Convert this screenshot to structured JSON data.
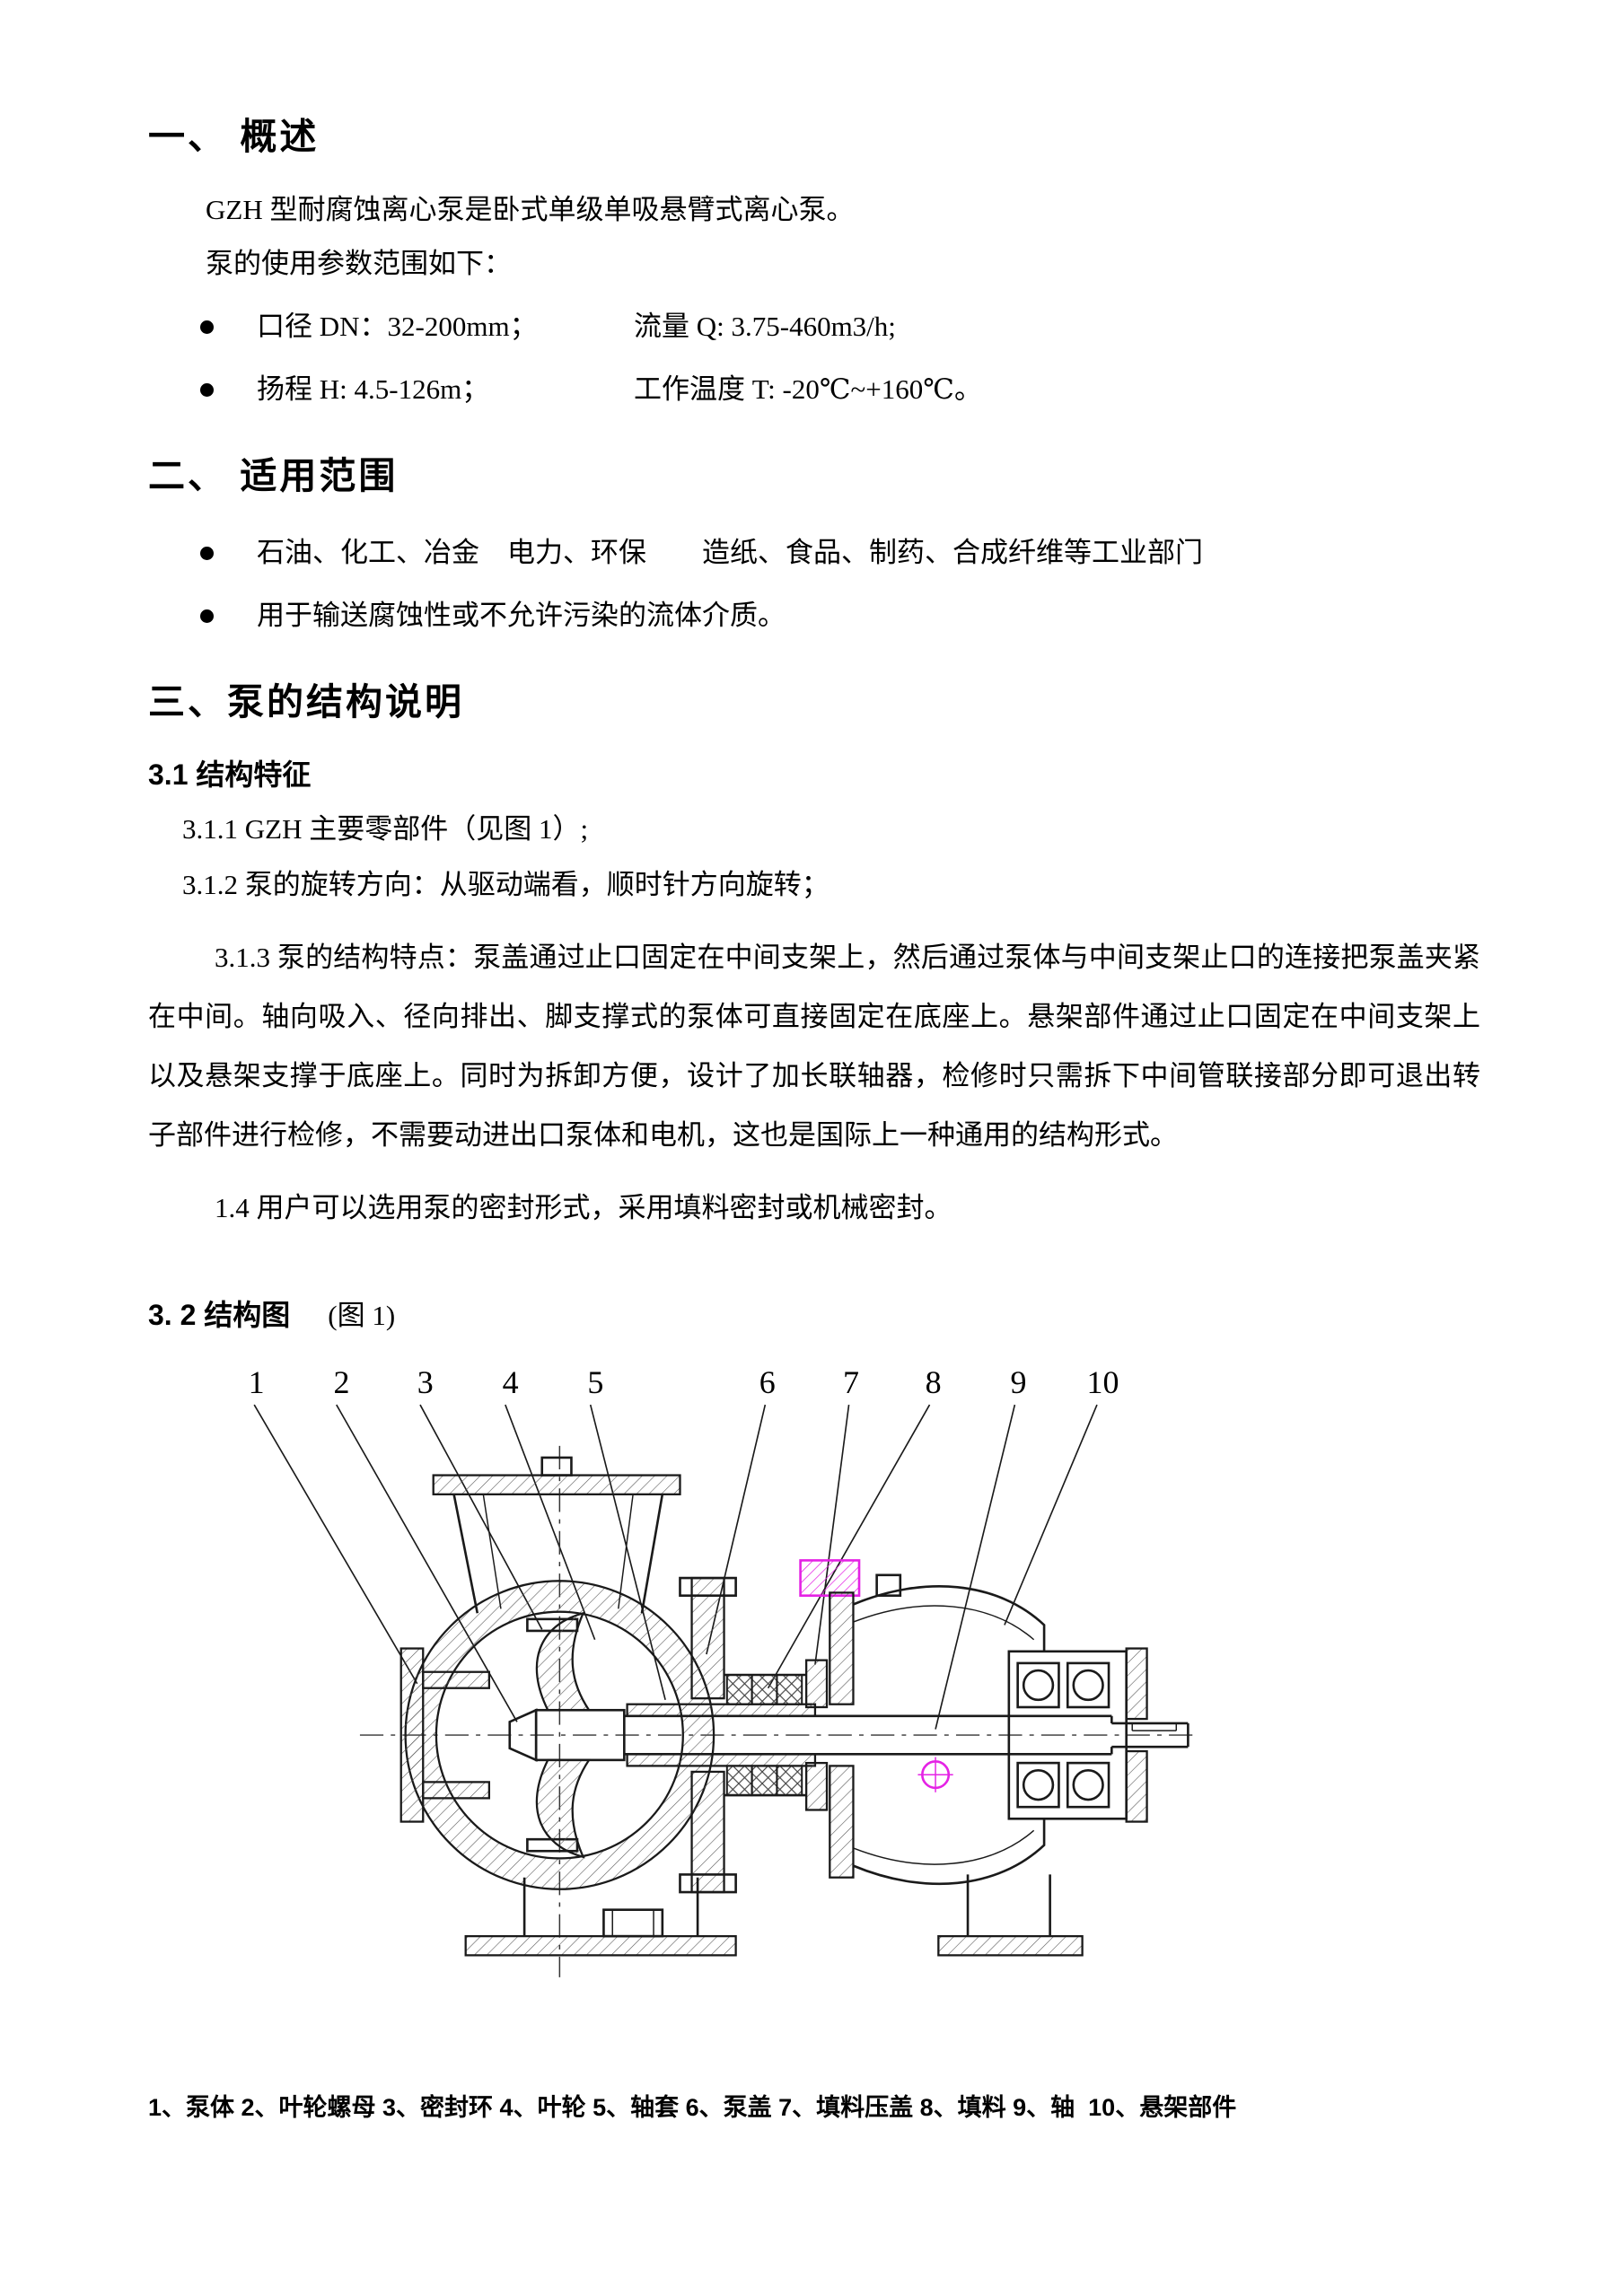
{
  "section_overview": {
    "heading": "一、 概述",
    "para1": "GZH 型耐腐蚀离心泵是卧式单级单吸悬臂式离心泵。",
    "para2": "泵的使用参数范围如下：",
    "param_row1": {
      "left": "口径 DN：32-200mm；",
      "right": "流量 Q: 3.75-460m3/h;"
    },
    "param_row2": {
      "left": "扬程 H: 4.5-126m；",
      "right": "工作温度 T: -20℃~+160℃。"
    }
  },
  "section_scope": {
    "heading": "二、 适用范围",
    "bullet1": "石油、化工、冶金　电力、环保　　造纸、食品、制药、合成纤维等工业部门",
    "bullet2": "用于输送腐蚀性或不允许污染的流体介质。"
  },
  "section_structure": {
    "heading": "三、泵的结构说明",
    "subheading": "3.1 结构特征",
    "item_311": "3.1.1 GZH 主要零部件（见图 1）;",
    "item_312": "3.1.2 泵的旋转方向：从驱动端看，顺时针方向旋转；",
    "item_313": "3.1.3 泵的结构特点：泵盖通过止口固定在中间支架上，然后通过泵体与中间支架止口的连接把泵盖夹紧在中间。轴向吸入、径向排出、脚支撑式的泵体可直接固定在底座上。悬架部件通过止口固定在中间支架上以及悬架支撑于底座上。同时为拆卸方便，设计了加长联轴器，检修时只需拆下中间管联接部分即可退出转子部件进行检修，不需要动进出口泵体和电机，这也是国际上一种通用的结构形式。",
    "item_14": "1.4 用户可以选用泵的密封形式，采用填料密封或机械密封。"
  },
  "figure": {
    "heading": "3. 2 结构图",
    "heading_note": "(图 1)",
    "part_labels": [
      "1",
      "2",
      "3",
      "4",
      "5",
      "6",
      "7",
      "8",
      "9",
      "10"
    ],
    "caption": "1、泵体 2、叶轮螺母 3、密封环 4、叶轮 5、轴套 6、泵盖 7、填料压盖 8、填料 9、轴  10、悬架部件",
    "highlight_color": "#e522e5"
  }
}
